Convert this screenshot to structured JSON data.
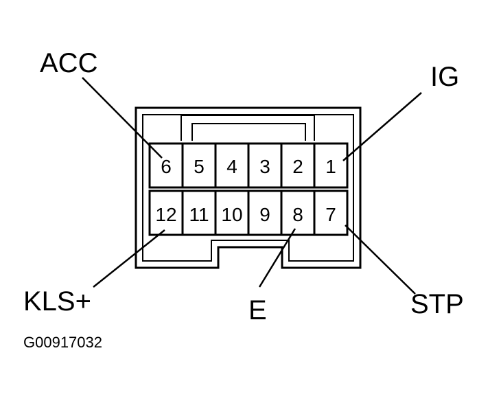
{
  "connector": {
    "top_row": [
      "6",
      "5",
      "4",
      "3",
      "2",
      "1"
    ],
    "bottom_row": [
      "12",
      "11",
      "10",
      "9",
      "8",
      "7"
    ]
  },
  "callouts": {
    "acc": "ACC",
    "ig": "IG",
    "kls": "KLS+",
    "e": "E",
    "stp": "STP"
  },
  "figure_code": "G00917032"
}
